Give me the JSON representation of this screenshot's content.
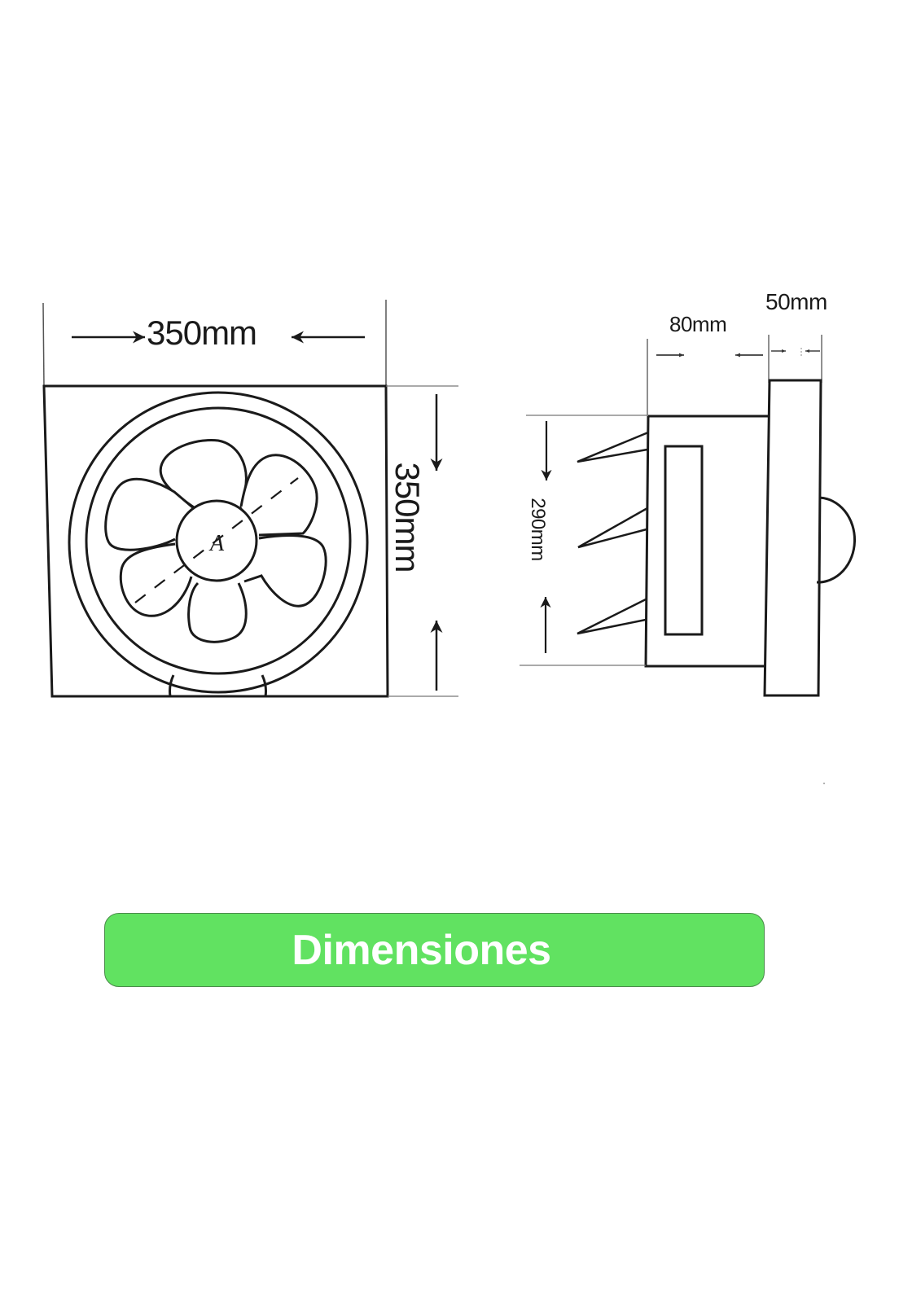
{
  "front_view": {
    "width_label": "350mm",
    "height_label": "350mm",
    "hub_letter": "A"
  },
  "side_view": {
    "height_label": "290mm",
    "depth_label": "80mm",
    "frame_label": "50mm"
  },
  "banner": {
    "label": "Dimensiones",
    "color": "#61e261",
    "text_color": "#ffffff"
  }
}
